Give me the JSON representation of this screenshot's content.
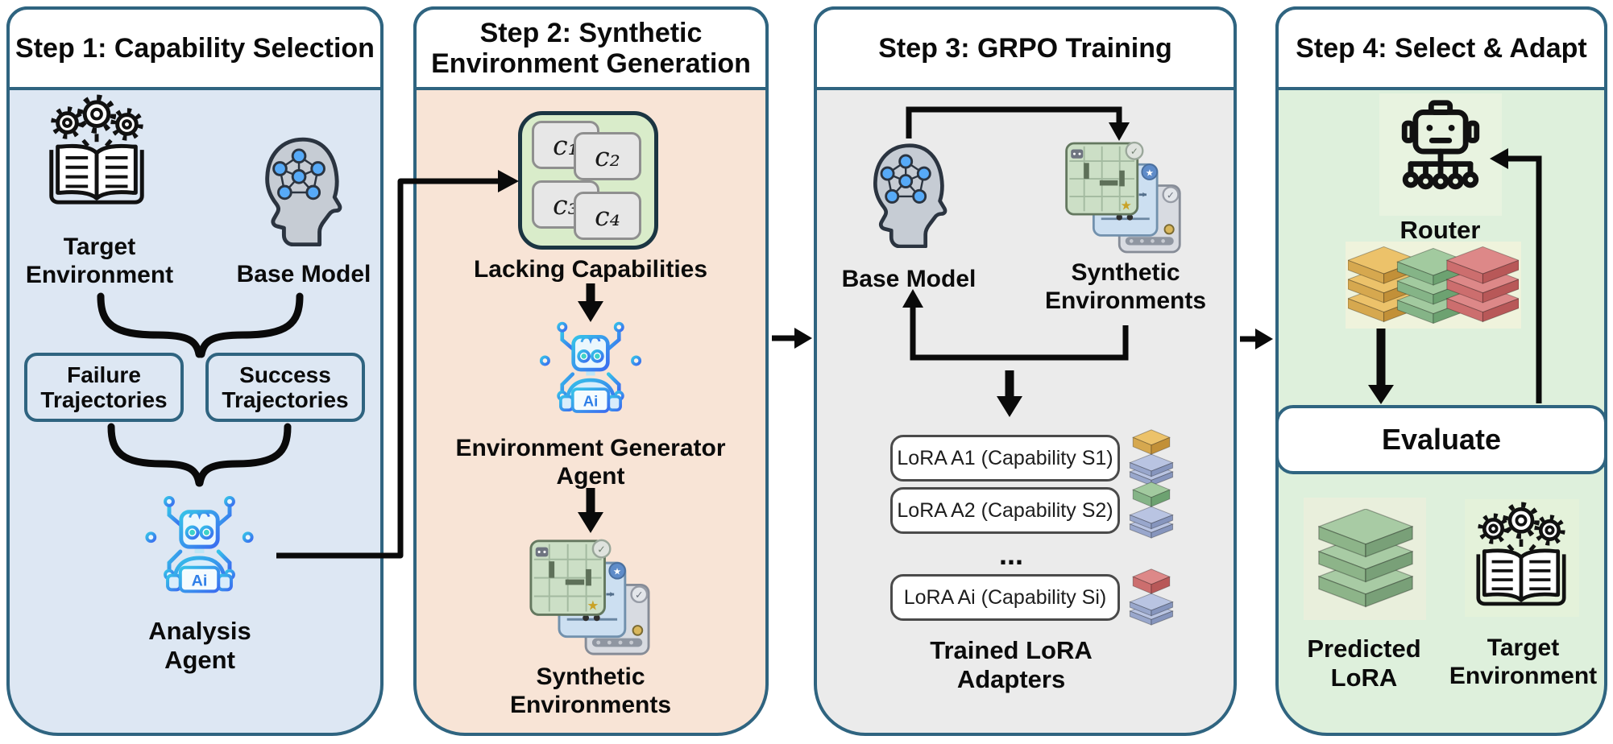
{
  "panel1": {
    "title": "Step 1: Capability Selection",
    "target_env": "Target Environment",
    "base_model": "Base Model",
    "failure_box": "Failure Trajectories",
    "success_box": "Success Trajectories",
    "agent": "Analysis Agent"
  },
  "panel2": {
    "title": "Step 2: Synthetic Environment Generation",
    "chips": [
      "c₁",
      "c₂",
      "c₃",
      "c₄"
    ],
    "lacking": "Lacking Capabilities",
    "agent": "Environment Generator Agent",
    "synthetic": "Synthetic Environments"
  },
  "panel3": {
    "title": "Step 3: GRPO Training",
    "base_model": "Base Model",
    "synthetic": "Synthetic Environments",
    "lora_rows": [
      "LoRA A1 (Capability S1)",
      "LoRA A2 (Capability S2)",
      "LoRA Ai (Capability Si)"
    ],
    "ellipsis": "...",
    "trained": "Trained LoRA Adapters"
  },
  "panel4": {
    "title": "Step 4: Select & Adapt",
    "router": "Router",
    "evaluate": "Evaluate",
    "predicted": "Predicted LoRA",
    "target_env": "Target Environment"
  },
  "icons": {
    "ai_label": "Ai",
    "check": "✓",
    "star": "★"
  },
  "colors": {
    "panel_border": "#2f6480",
    "panel1_bg": "#dde7f3",
    "panel2_bg": "#f8e4d6",
    "panel3_bg": "#ebebeb",
    "panel4_bg": "#def0dc",
    "green_box_bg": "#d9ecca",
    "robot_gradient_start": "#35c3e8",
    "robot_gradient_end": "#3b6cf0",
    "adapter_yellow": "#ecc26a",
    "adapter_green": "#a2ca9f",
    "adapter_red": "#dd8888"
  }
}
